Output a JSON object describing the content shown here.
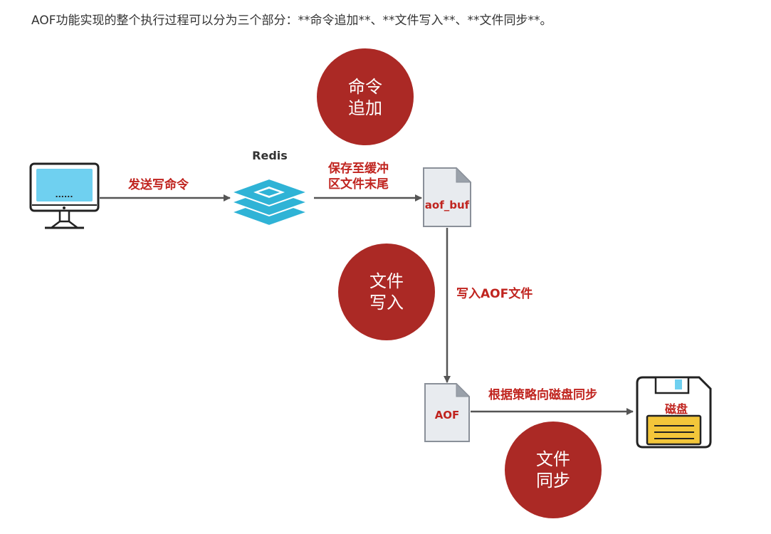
{
  "intro_text": "AOF功能实现的整个执行过程可以分为三个部分：**命令追加**、**文件写入**、**文件同步**。",
  "redis_label": "Redis",
  "steps": [
    {
      "line1": "命令",
      "line2": "追加"
    },
    {
      "line1": "文件",
      "line2": "写入"
    },
    {
      "line1": "文件",
      "line2": "同步"
    }
  ],
  "edges": {
    "send_command": "发送写命令",
    "save_buffer_line1": "保存至缓冲",
    "save_buffer_line2": "区文件末尾",
    "write_aof": "写入AOF文件",
    "sync_disk": "根据策略向磁盘同步"
  },
  "monitor_screen_text": "......",
  "files": {
    "buffer": "aof_buf",
    "aof": "AOF"
  },
  "disk_label": "磁盘",
  "colors": {
    "step_circle": "#ab2925",
    "edge_label": "#c0241f",
    "arrow": "#555555",
    "redis_teal": "#2fb3d6",
    "monitor_screen": "#6fd0f0",
    "disk_yellow": "#f3c63a"
  }
}
